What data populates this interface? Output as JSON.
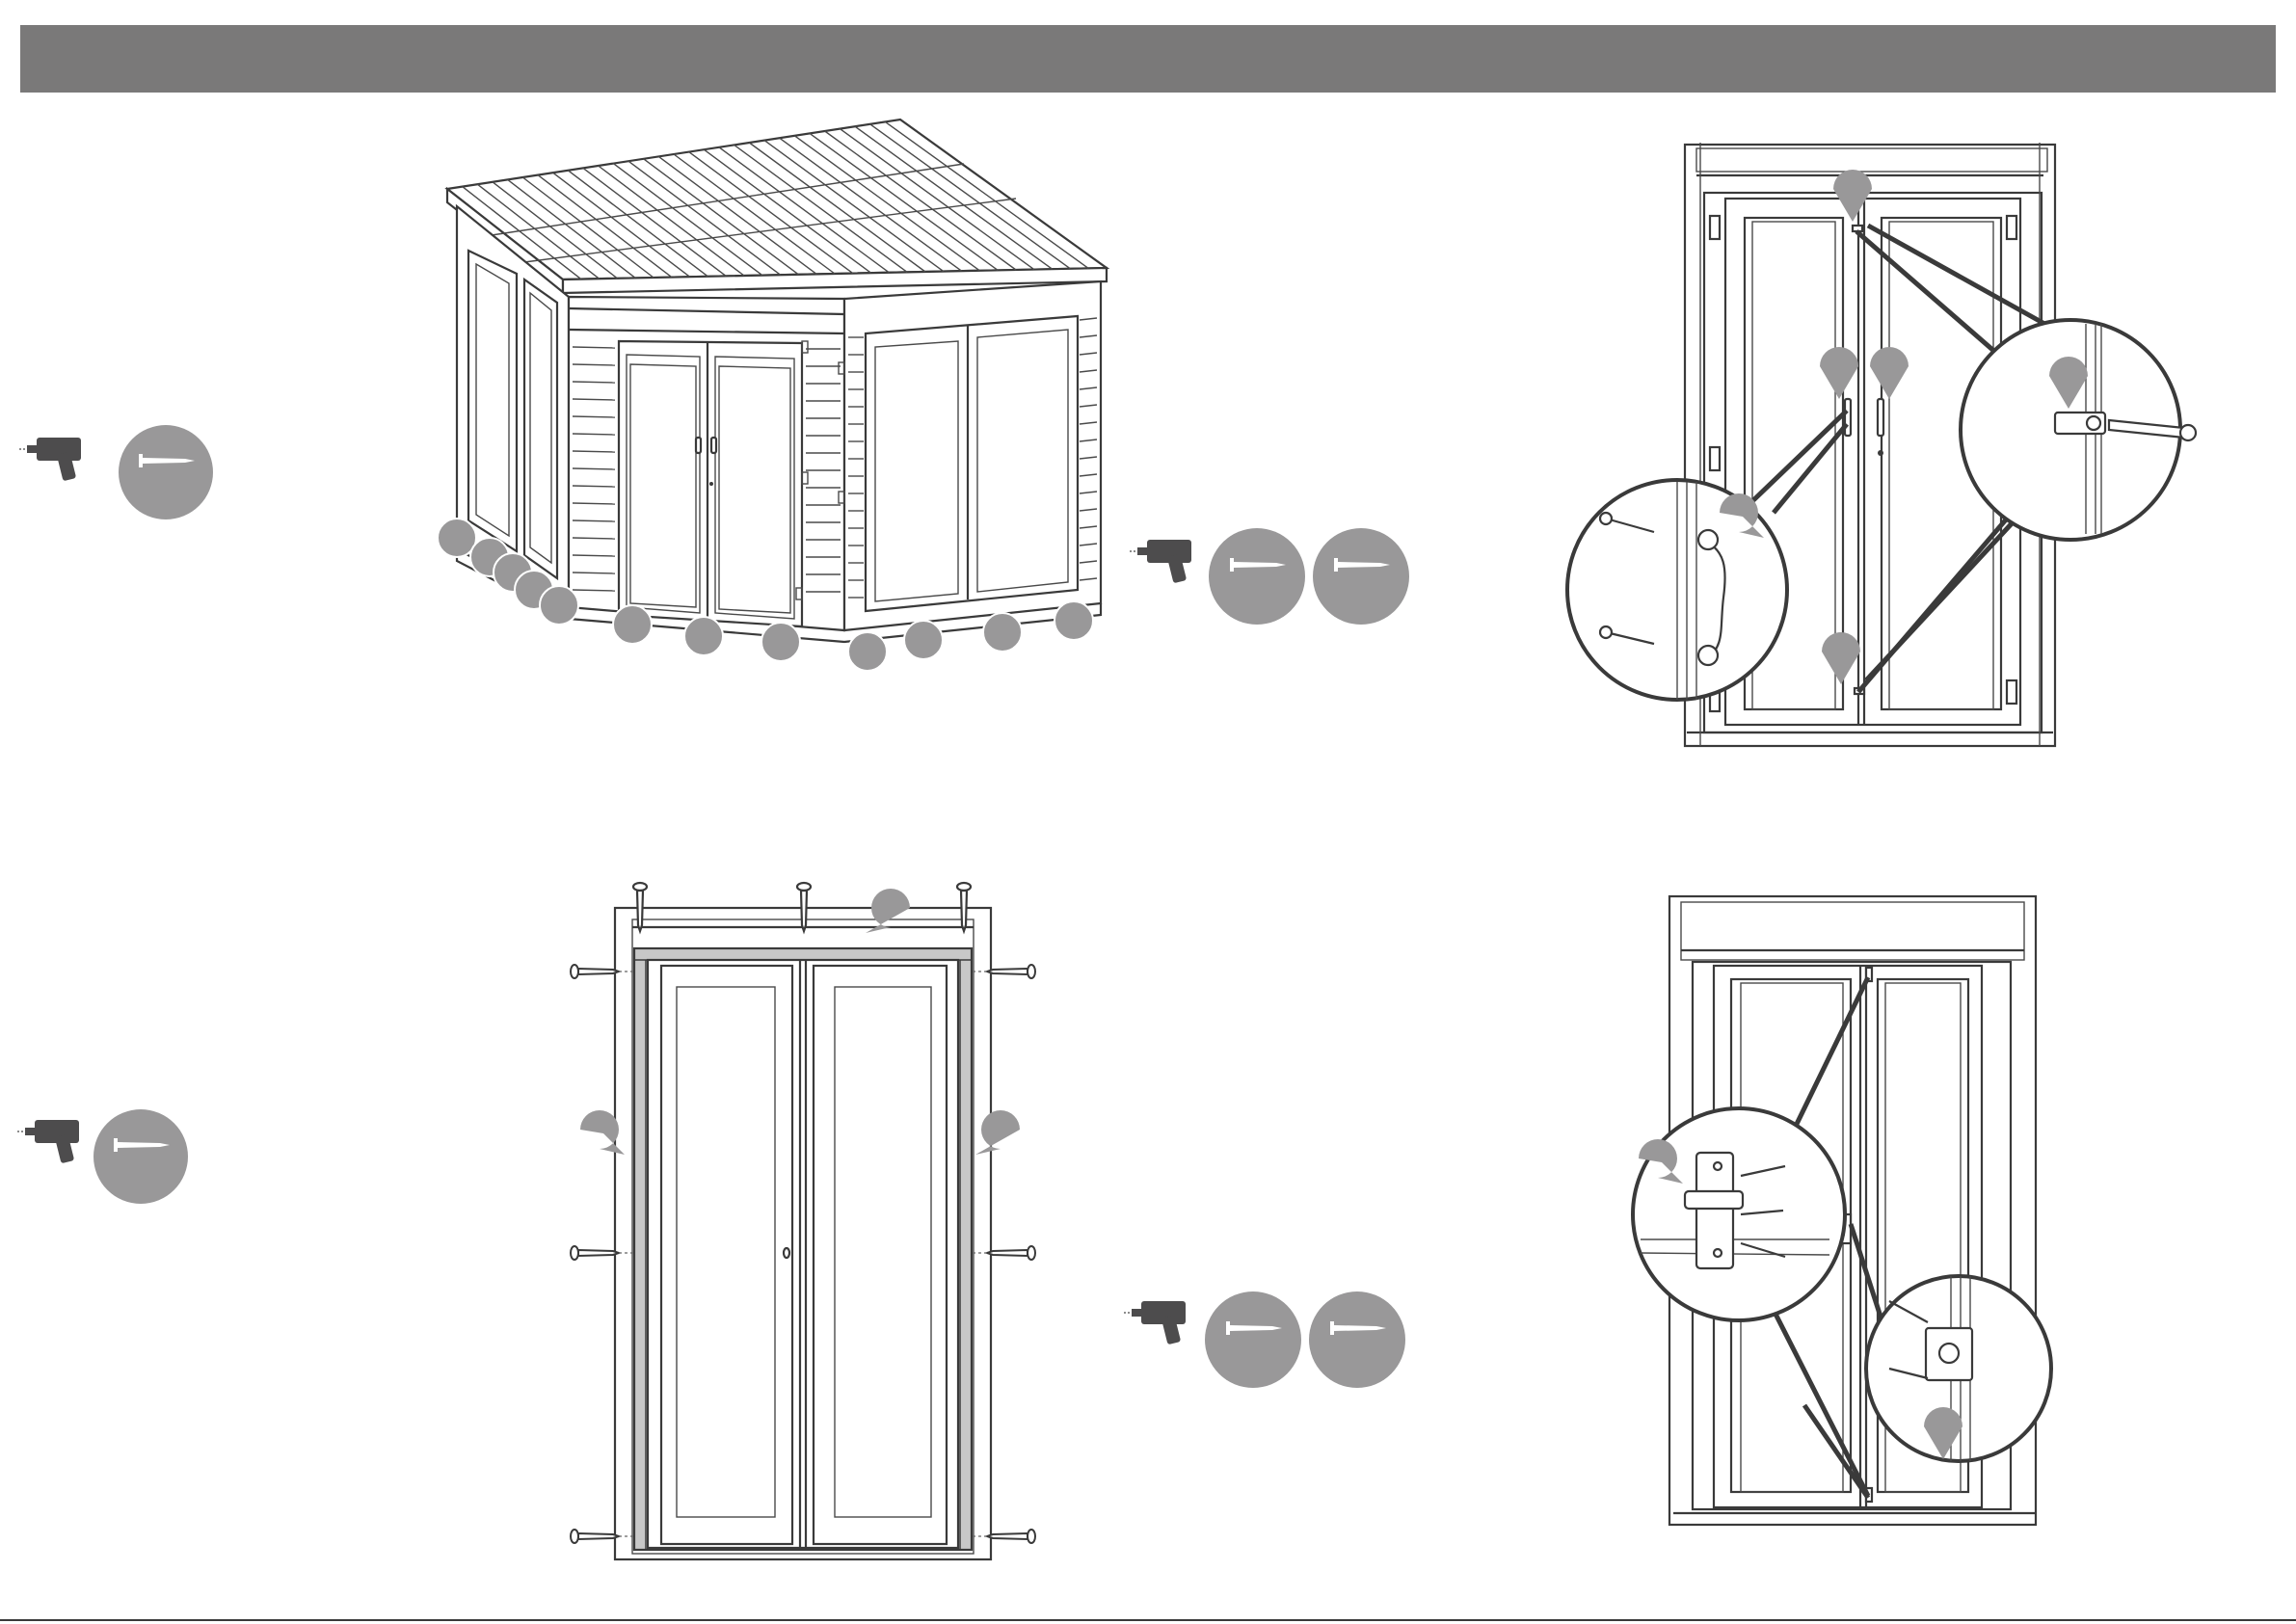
{
  "colors": {
    "header_bar": "#7a7979",
    "callout": "#999899",
    "line": "#3a3a3a",
    "drill": "#4d4c4d",
    "door_frame_strip": "#c8c8c8"
  },
  "icons": {
    "drill": "power-drill-icon",
    "screw": "screw-icon",
    "callout_bubble": "callout-pointer-icon",
    "callout_circle": "part-number-circle-icon",
    "zoom_circle": "detail-magnifier-circle"
  },
  "steps": [
    {
      "id": "cladding-install",
      "tools": [
        "power-drill-icon",
        "screw-icon"
      ],
      "callouts": 13
    },
    {
      "id": "door-hardware",
      "callouts": 5,
      "details": 2
    },
    {
      "id": "door-frame-fixing",
      "tools": [
        "power-drill-icon",
        "screw-icon"
      ],
      "callouts": 3
    },
    {
      "id": "door-lock-bolt",
      "tools": [
        "power-drill-icon",
        "screw-icon",
        "screw-icon"
      ],
      "callouts": 2,
      "details": 2
    }
  ]
}
